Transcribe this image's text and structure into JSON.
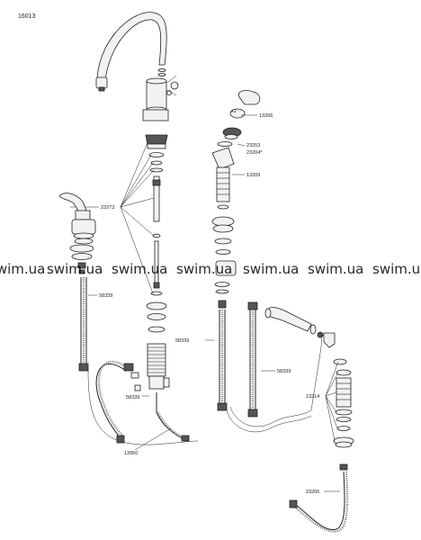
{
  "title": "16013",
  "watermark": "swim.ua",
  "part_numbers": {
    "p13206": "13206",
    "x2": "x2",
    "p23253": "23253",
    "p23204": "23204*",
    "p13209": "13209",
    "p23273": "23273",
    "p58339_a": "58339",
    "p58339_b": "58339",
    "p58339_c": "58339",
    "p58339_d": "58339",
    "p13214": "13214",
    "p13950": "13950",
    "p23206": "23206"
  }
}
